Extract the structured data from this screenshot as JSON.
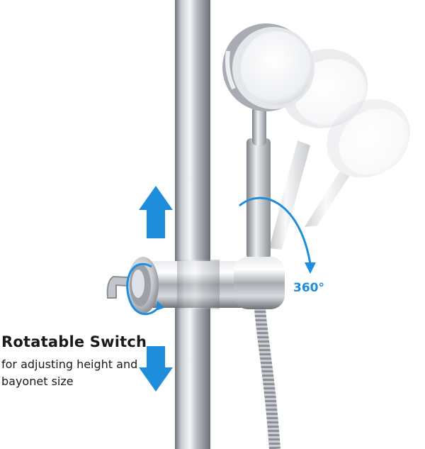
{
  "caption": {
    "title": "Rotatable Switch",
    "body": "for adjusting height and bayonet size"
  },
  "rotation_label": "360°",
  "colors": {
    "accent_blue": "#1d8ddc",
    "steel_light": "#f2f3f5",
    "steel_mid": "#b9bcc1",
    "steel_dark": "#6f7378"
  },
  "icons": {
    "up": "arrow-up-icon",
    "down": "arrow-down-icon",
    "rotate": "rotation-arc-icon"
  }
}
